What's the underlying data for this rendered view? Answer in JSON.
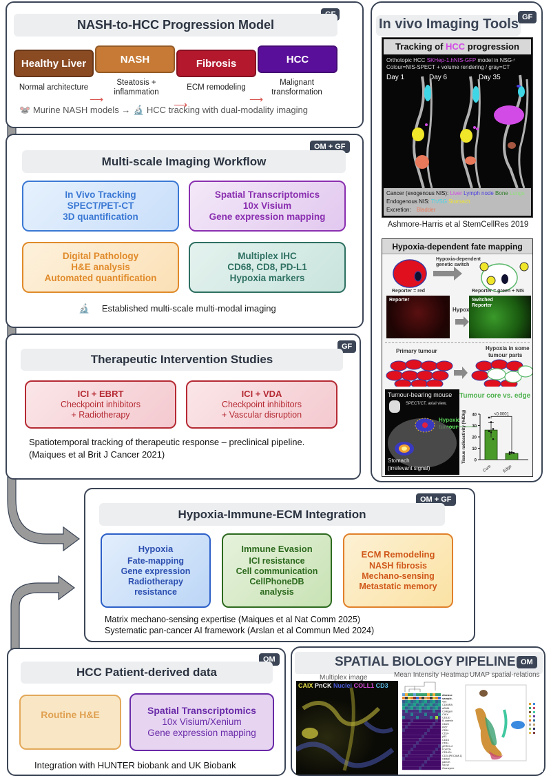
{
  "panels": {
    "nash": {
      "title": "NASH-to-HCC Progression Model",
      "badge": "GF",
      "stages": [
        {
          "label": "Healthy Liver",
          "desc": "Normal architecture",
          "color": "#8a4a22"
        },
        {
          "label": "NASH",
          "desc": "Steatosis + inflammation",
          "color": "#c67a35"
        },
        {
          "label": "Fibrosis",
          "desc": "ECM remodeling",
          "color": "#b3182d"
        },
        {
          "label": "HCC",
          "desc": "Malignant transformation",
          "color": "#5a0f9a"
        }
      ],
      "footer_a": "Murine NASH models →",
      "footer_b": "HCC tracking with dual-modality imaging"
    },
    "workflow": {
      "title": "Multi-scale Imaging Workflow",
      "badge": "OM + GF",
      "boxes": [
        {
          "title": "In Vivo Tracking",
          "lines": [
            "SPECT/PET-CT",
            "3D quantification"
          ],
          "color": "#3a78d4"
        },
        {
          "title": "Spatial Transcriptomics",
          "lines": [
            "10x Visium",
            "Gene expression mapping"
          ],
          "color": "#8a2fb0"
        },
        {
          "title": "Digital Pathology",
          "lines": [
            "H&E analysis",
            "Automated quantification"
          ],
          "color": "#e08a2a"
        },
        {
          "title": "Multiplex IHC",
          "lines": [
            "CD68, CD8, PD-L1",
            "Hypoxia markers"
          ],
          "color": "#2e7062"
        }
      ],
      "footer": "Established multi-scale multi-modal  imaging"
    },
    "therapeutic": {
      "title": "Therapeutic Intervention Studies",
      "badge": "GF",
      "boxes": [
        {
          "title": "ICI + EBRT",
          "lines": [
            "Checkpoint inhibitors",
            "+ Radiotherapy"
          ]
        },
        {
          "title": "ICI + VDA",
          "lines": [
            "Checkpoint inhibitors",
            "+ Vascular disruption"
          ]
        }
      ],
      "footer_1": "Spatiotemporal tracking of therapeutic response – preclinical pipeline.",
      "footer_2": "(Maiques et al Brit J Cancer 2021)"
    },
    "integration": {
      "title": "Hypoxia-Immune-ECM Integration",
      "badge": "OM + GF",
      "boxes": [
        {
          "title": "Hypoxia",
          "lines": [
            "Fate-mapping",
            "Gene expression",
            "Radiotherapy",
            "resistance"
          ],
          "color": "#2c4fb0"
        },
        {
          "title": "Immune Evasion",
          "lines": [
            "ICI resistance",
            "Cell communication",
            "CellPhoneDB",
            "analysis"
          ],
          "color": "#2d6a1f"
        },
        {
          "title": "ECM Remodeling",
          "lines": [
            "NASH fibrosis",
            "Mechano-sensing",
            "Metastatic memory"
          ],
          "color": "#d0581a"
        }
      ],
      "footer_1": "Matrix mechano-sensing expertise (Maiques et al Nat Comm 2025)",
      "footer_2": "Systematic pan-cancer AI framework (Arslan et al Commun Med 2024)"
    },
    "patient": {
      "title": "HCC Patient-derived data",
      "badge": "OM",
      "box_left": "Routine H&E",
      "box_right_title": "Spatial Transcriptomics",
      "box_right_lines": [
        "10x Visium/Xenium",
        "Gene expression mapping"
      ],
      "footer": "Integration with HUNTER  biobank and UK Biobank"
    },
    "invivo": {
      "title": "In vivo Imaging Tools",
      "badge": "GF",
      "tracking_title_a": "Tracking of ",
      "tracking_title_b": "HCC",
      "tracking_title_c": " progression",
      "desc_1a": "Orthotopic HCC ",
      "desc_1b": "SKHep-1.hNIS-GFP",
      "desc_1c": " model in NSG♂",
      "desc_2": "Colour=NIS-SPECT + volume rendering / gray=CT",
      "days": [
        "Day 1",
        "Day 6",
        "Day 35"
      ],
      "legend_cancer": "Cancer (exogenous NIS):",
      "legend_cancer_items": [
        {
          "label": "Liver",
          "color": "#d24be6"
        },
        {
          "label": "Lymph node",
          "color": "#4a3fe0"
        },
        {
          "label": "Bone",
          "color": "#2a7a24"
        },
        {
          "label": "Lungs",
          "color": "#8ee07a"
        }
      ],
      "legend_endo": "Endogenous NIS:",
      "legend_endo_items": [
        {
          "label": "Th/SG",
          "color": "#3fd6e6"
        },
        {
          "label": "Stomach",
          "color": "#f0e62a"
        }
      ],
      "legend_excr": "Excretion:",
      "legend_excr_items": [
        {
          "label": "Bladder",
          "color": "#e8795a"
        }
      ],
      "citation": "Ashmore-Harris et al StemCellRes 2019",
      "fate": {
        "title": "Hypoxia-dependent fate mapping",
        "switch_label_1": "Hypoxia-dependent",
        "switch_label_2": "genetic switch",
        "reporter_red": "Reporter = red",
        "reporter_green": "Reporter = green + NIS",
        "img_reporter": "Reporter",
        "hypoxia": "Hypoxia",
        "img_switched_1": "Switched",
        "img_switched_2": "Reporter",
        "primary": "Primary tumour",
        "hypoxia_parts_1": "Hypoxia in some",
        "hypoxia_parts_2": "tumour parts",
        "mouse_title": "Tumour-bearing mouse",
        "mouse_sub": "SPECT/CT, axial view,",
        "hypoxic_1": "Hypoxic",
        "hypoxic_2": "tumour",
        "stomach_1": "Stomach",
        "stomach_2": "(irrelevant signal)",
        "core_edge_title": "Tumour core vs. edge"
      }
    },
    "spatial": {
      "title": "SPATIAL BIOLOGY PIPELINE",
      "badge": "OM",
      "sub_multiplex": "Multiplex image",
      "sub_heatmap": "Mean Intensity Heatmap",
      "sub_umap": "UMAP spatial-relations",
      "channels": [
        {
          "label": "CAIX",
          "color": "#e6e04a"
        },
        {
          "label": "PnCK",
          "color": "#f2f2f2"
        },
        {
          "label": "Nuclei",
          "color": "#4a5ad8"
        },
        {
          "label": "COLL1",
          "color": "#d44ad8"
        },
        {
          "label": "CD3",
          "color": "#5ab8e6"
        }
      ],
      "heatmap_header": [
        "disease",
        "sample_"
      ],
      "heatmap_markers": [
        "Vim",
        "CD45RA",
        "aSMA",
        "Collagen",
        "CAIX",
        "CD11b",
        "B-catenin",
        "CD20",
        "Ki67",
        "CD8+",
        "CD3+",
        "p53",
        "CD16",
        "CD4+",
        "pERK1-2",
        "FoxP3+",
        "CD163+",
        "CD31[PECAM-1]",
        "CD68+",
        "panCK",
        "VEGF",
        "Granzyme"
      ]
    }
  },
  "chart_data": {
    "type": "bar",
    "title": "Tumour core vs. edge",
    "categories": [
      "Core",
      "Edge"
    ],
    "values": [
      26,
      5.5
    ],
    "error": [
      6.5,
      0.8
    ],
    "points": [
      [
        37,
        33,
        27,
        25,
        24,
        18
      ],
      [
        6.5,
        6.5,
        5.8,
        5
      ]
    ],
    "ylabel": "Tissue radioactivity (%ID/g)",
    "ylim": [
      0,
      40
    ],
    "yticks": [
      0,
      10,
      20,
      30,
      40
    ],
    "annotation": "<0.0001",
    "color": "#4a9a2a"
  }
}
